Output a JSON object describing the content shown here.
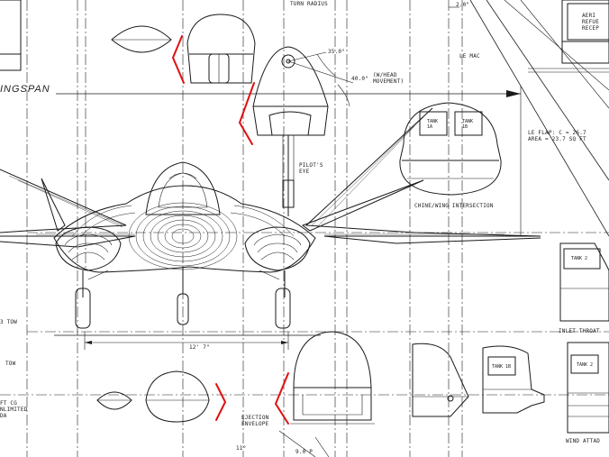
{
  "labels": {
    "turn_radius": "TURN RADIUS",
    "wingspan": "INGSPAN",
    "angle_35": "35.0°",
    "angle_40": "40.0°",
    "head_movement": "(W/HEAD\nMOVEMENT)",
    "pilots_eye": "PILOT'S\nEYE",
    "le_mac": "LE MAC",
    "le_flap": "LE FLAP: C = 26.7\nAREA = 23.7 SQ FT",
    "chine_wing": "CHINE/WING INTERSECTION",
    "tank_a": "TANK\n1A",
    "tank_b": "TANK\n1B",
    "dim_2": "2.0\"",
    "aerial_refuel": "AERI\nREFUE\nRECEP",
    "tow_1": "3 TOW",
    "tow_2": "TOW",
    "aft_cg": "FT CG\nNLIMITED\nDA",
    "span_12_7": "12' 7\"",
    "ejection": "EJECTION\nENVELOPE",
    "inlet_throat": "INLET THROAT",
    "tank_2": "TANK 2",
    "tank_1b": "TANK 1B",
    "tank_2b": "TANK 2",
    "wind_attach": "WIND ATTAD",
    "angle_11": "11°",
    "dim_9": "9.0 P"
  },
  "colors": {
    "ink": "#1a1a1a",
    "annotation": "#e01010",
    "paper": "#ffffff"
  }
}
